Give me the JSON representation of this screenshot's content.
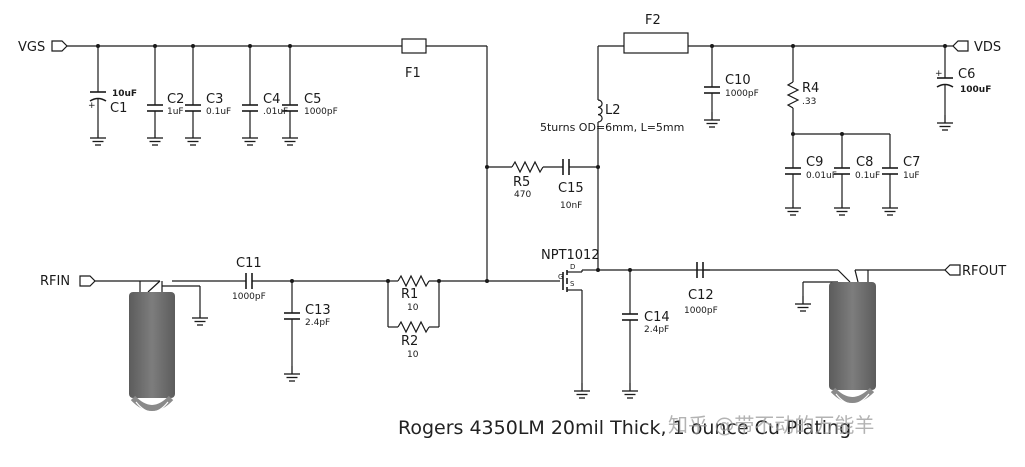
{
  "ports": {
    "vgs": "VGS",
    "vds": "VDS",
    "rfin": "RFIN",
    "rfout": "RFOUT"
  },
  "components": {
    "c1": {
      "ref": "C1",
      "value": "10uF"
    },
    "c2": {
      "ref": "C2",
      "value": "1uF"
    },
    "c3": {
      "ref": "C3",
      "value": "0.1uF"
    },
    "c4": {
      "ref": "C4",
      "value": ".01uF"
    },
    "c5": {
      "ref": "C5",
      "value": "1000pF"
    },
    "f1": {
      "ref": "F1"
    },
    "f2": {
      "ref": "F2"
    },
    "l2": {
      "ref": "L2",
      "value": "5turns OD=6mm, L=5mm"
    },
    "r5": {
      "ref": "R5",
      "value": "470"
    },
    "c15": {
      "ref": "C15",
      "value": "10nF"
    },
    "c10": {
      "ref": "C10",
      "value": "1000pF"
    },
    "r4": {
      "ref": "R4",
      "value": ".33"
    },
    "c6": {
      "ref": "C6",
      "value": "100uF"
    },
    "c9": {
      "ref": "C9",
      "value": "0.01uF"
    },
    "c8": {
      "ref": "C8",
      "value": "0.1uF"
    },
    "c7": {
      "ref": "C7",
      "value": "1uF"
    },
    "c11": {
      "ref": "C11",
      "value": "1000pF"
    },
    "c13": {
      "ref": "C13",
      "value": "2.4pF"
    },
    "r1": {
      "ref": "R1",
      "value": "10"
    },
    "r2": {
      "ref": "R2",
      "value": "10"
    },
    "q1": {
      "ref": "NPT1012",
      "pin_g": "G",
      "pin_d": "D",
      "pin_s": "S"
    },
    "c14": {
      "ref": "C14",
      "value": "2.4pF"
    },
    "c12": {
      "ref": "C12",
      "value": "1000pF"
    }
  },
  "footer": "Rogers 4350LM 20mil Thick, 1 ounce Cu Plating",
  "watermark": "知乎 @带不动的万能羊",
  "colors": {
    "wire": "#1a1a1a",
    "transformer_body": "#6e6e6e",
    "transformer_shade": "#8a8a8a",
    "watermark": "#9a9a9a"
  }
}
